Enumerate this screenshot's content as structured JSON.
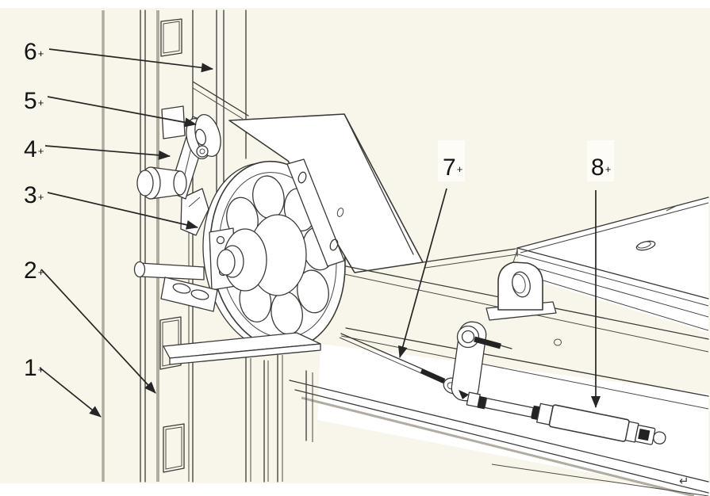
{
  "figure": {
    "kind": "technical-line-diagram",
    "subject": "lift-carriage-assembly-on-column",
    "colors": {
      "paper": "#f8f5ea",
      "line": "#3a3936",
      "shade_gray": "#b0ac9f",
      "label_text": "#141414",
      "dark_fill": "#232323"
    }
  },
  "callouts": [
    {
      "number": "1",
      "mark": "+"
    },
    {
      "number": "2",
      "mark": "+"
    },
    {
      "number": "3",
      "mark": "+"
    },
    {
      "number": "4",
      "mark": "+"
    },
    {
      "number": "5",
      "mark": "+"
    },
    {
      "number": "6",
      "mark": "+"
    },
    {
      "number": "7",
      "mark": "+"
    },
    {
      "number": "8",
      "mark": "+"
    }
  ],
  "paragraph_mark": "↵"
}
